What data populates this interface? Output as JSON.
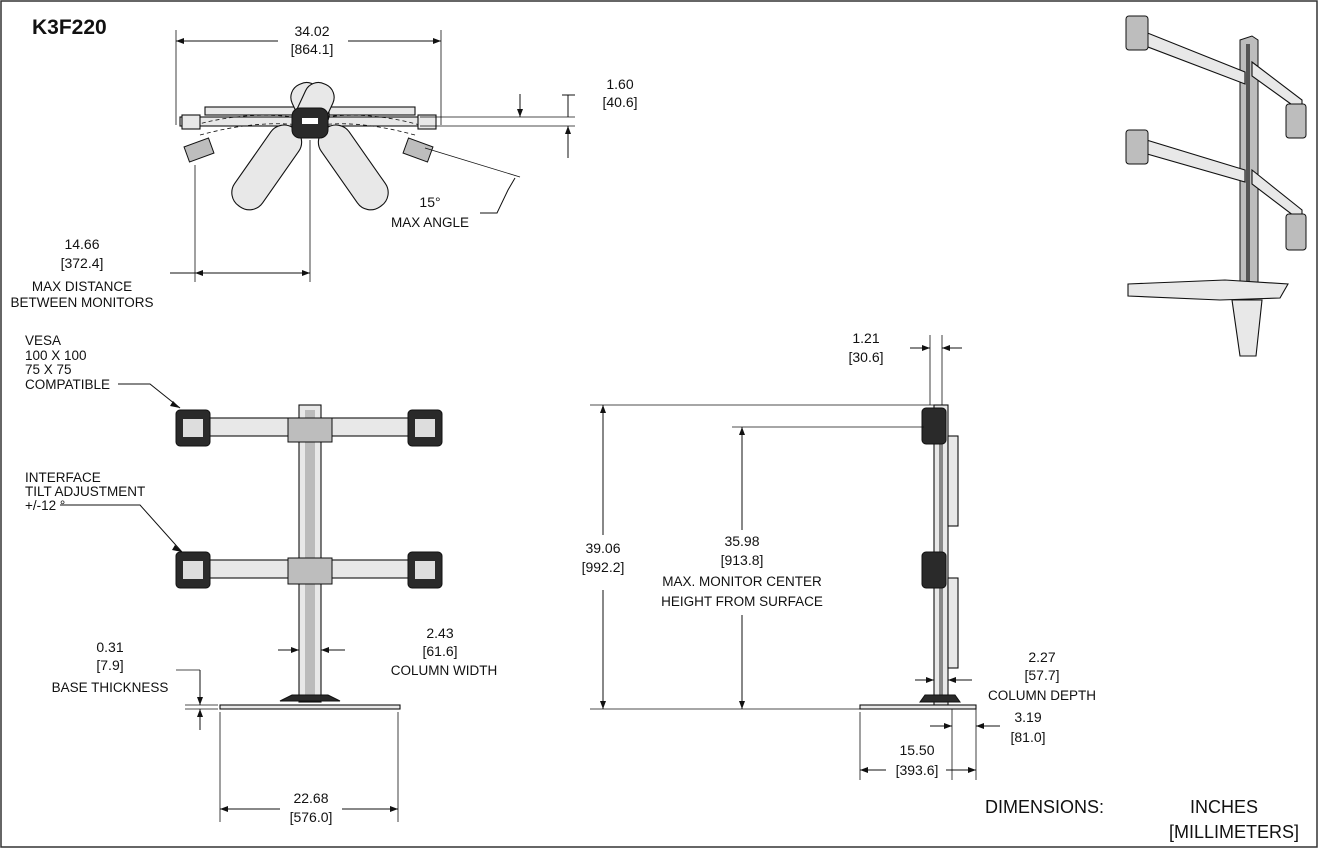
{
  "model": "K3F220",
  "top_view": {
    "overall_width_in": "34.02",
    "overall_width_mm": "[864.1]",
    "arm_thickness_in": "1.60",
    "arm_thickness_mm": "[40.6]",
    "angle_value": "15°",
    "angle_label": "MAX ANGLE",
    "distance_in": "14.66",
    "distance_mm": "[372.4]",
    "distance_label_1": "MAX DISTANCE",
    "distance_label_2": "BETWEEN MONITORS"
  },
  "front_view": {
    "vesa_1": "VESA",
    "vesa_2": "100 X 100",
    "vesa_3": "75 X 75",
    "vesa_4": "COMPATIBLE",
    "tilt_1": "INTERFACE",
    "tilt_2": "TILT ADJUSTMENT",
    "tilt_3": "+/-12 °",
    "base_thickness_in": "0.31",
    "base_thickness_mm": "[7.9]",
    "base_thickness_label": "BASE THICKNESS",
    "column_width_in": "2.43",
    "column_width_mm": "[61.6]",
    "column_width_label": "COLUMN WIDTH",
    "base_width_in": "22.68",
    "base_width_mm": "[576.0]"
  },
  "side_view": {
    "top_offset_in": "1.21",
    "top_offset_mm": "[30.6]",
    "overall_height_in": "39.06",
    "overall_height_mm": "[992.2]",
    "center_height_in": "35.98",
    "center_height_mm": "[913.8]",
    "center_height_label_1": "MAX. MONITOR CENTER",
    "center_height_label_2": "HEIGHT FROM SURFACE",
    "column_depth_in": "2.27",
    "column_depth_mm": "[57.7]",
    "column_depth_label": "COLUMN DEPTH",
    "base_offset_in": "3.19",
    "base_offset_mm": "[81.0]",
    "base_depth_in": "15.50",
    "base_depth_mm": "[393.6]"
  },
  "units": {
    "label": "DIMENSIONS:",
    "primary": "INCHES",
    "secondary": "[MILLIMETERS]"
  }
}
